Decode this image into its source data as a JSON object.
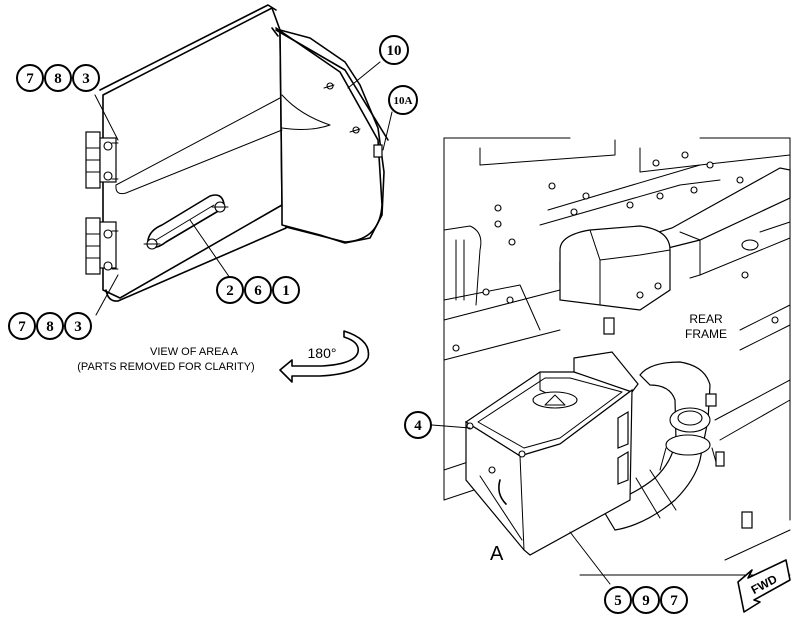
{
  "callouts": {
    "top_left_group": [
      "7",
      "8",
      "3"
    ],
    "bottom_left_group": [
      "7",
      "8",
      "3"
    ],
    "handle_group": [
      "2",
      "6",
      "1"
    ],
    "item_10": "10",
    "item_10a": "10A",
    "item_4": "4",
    "bottom_group": [
      "5",
      "9",
      "7"
    ]
  },
  "labels": {
    "view_line1": "VIEW OF AREA A",
    "view_line2": "(PARTS REMOVED FOR CLARITY)",
    "rotation": "180°",
    "rear_frame_line1": "REAR",
    "rear_frame_line2": "FRAME",
    "area_letter": "A",
    "fwd": "FWD"
  }
}
